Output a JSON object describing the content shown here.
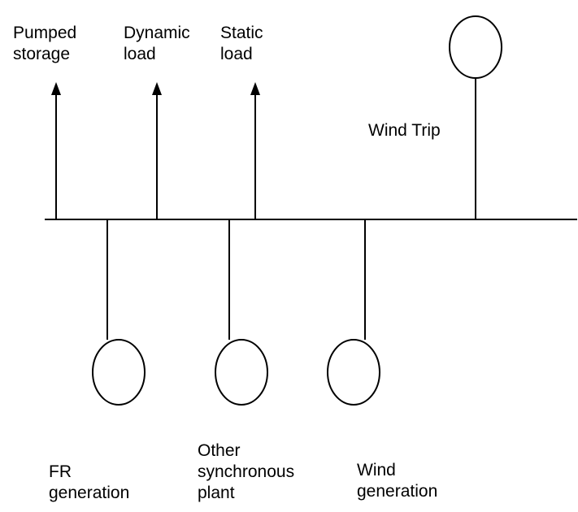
{
  "diagram": {
    "colors": {
      "background": "#ffffff",
      "line": "#000000",
      "text": "#000000"
    },
    "loads": [
      {
        "id": "pumped-storage",
        "lines": [
          "Pumped",
          "storage"
        ]
      },
      {
        "id": "dynamic-load",
        "lines": [
          "Dynamic",
          "load"
        ]
      },
      {
        "id": "static-load",
        "lines": [
          "Static",
          "load"
        ]
      }
    ],
    "wind_trip": {
      "id": "wind-trip",
      "lines": [
        "Wind Trip"
      ]
    },
    "generators": [
      {
        "id": "fr-generation",
        "lines": [
          "FR",
          "generation"
        ]
      },
      {
        "id": "other-synchronous-plant",
        "lines": [
          "Other",
          "synchronous",
          "plant"
        ]
      },
      {
        "id": "wind-generation",
        "lines": [
          "Wind",
          "generation"
        ]
      }
    ]
  }
}
